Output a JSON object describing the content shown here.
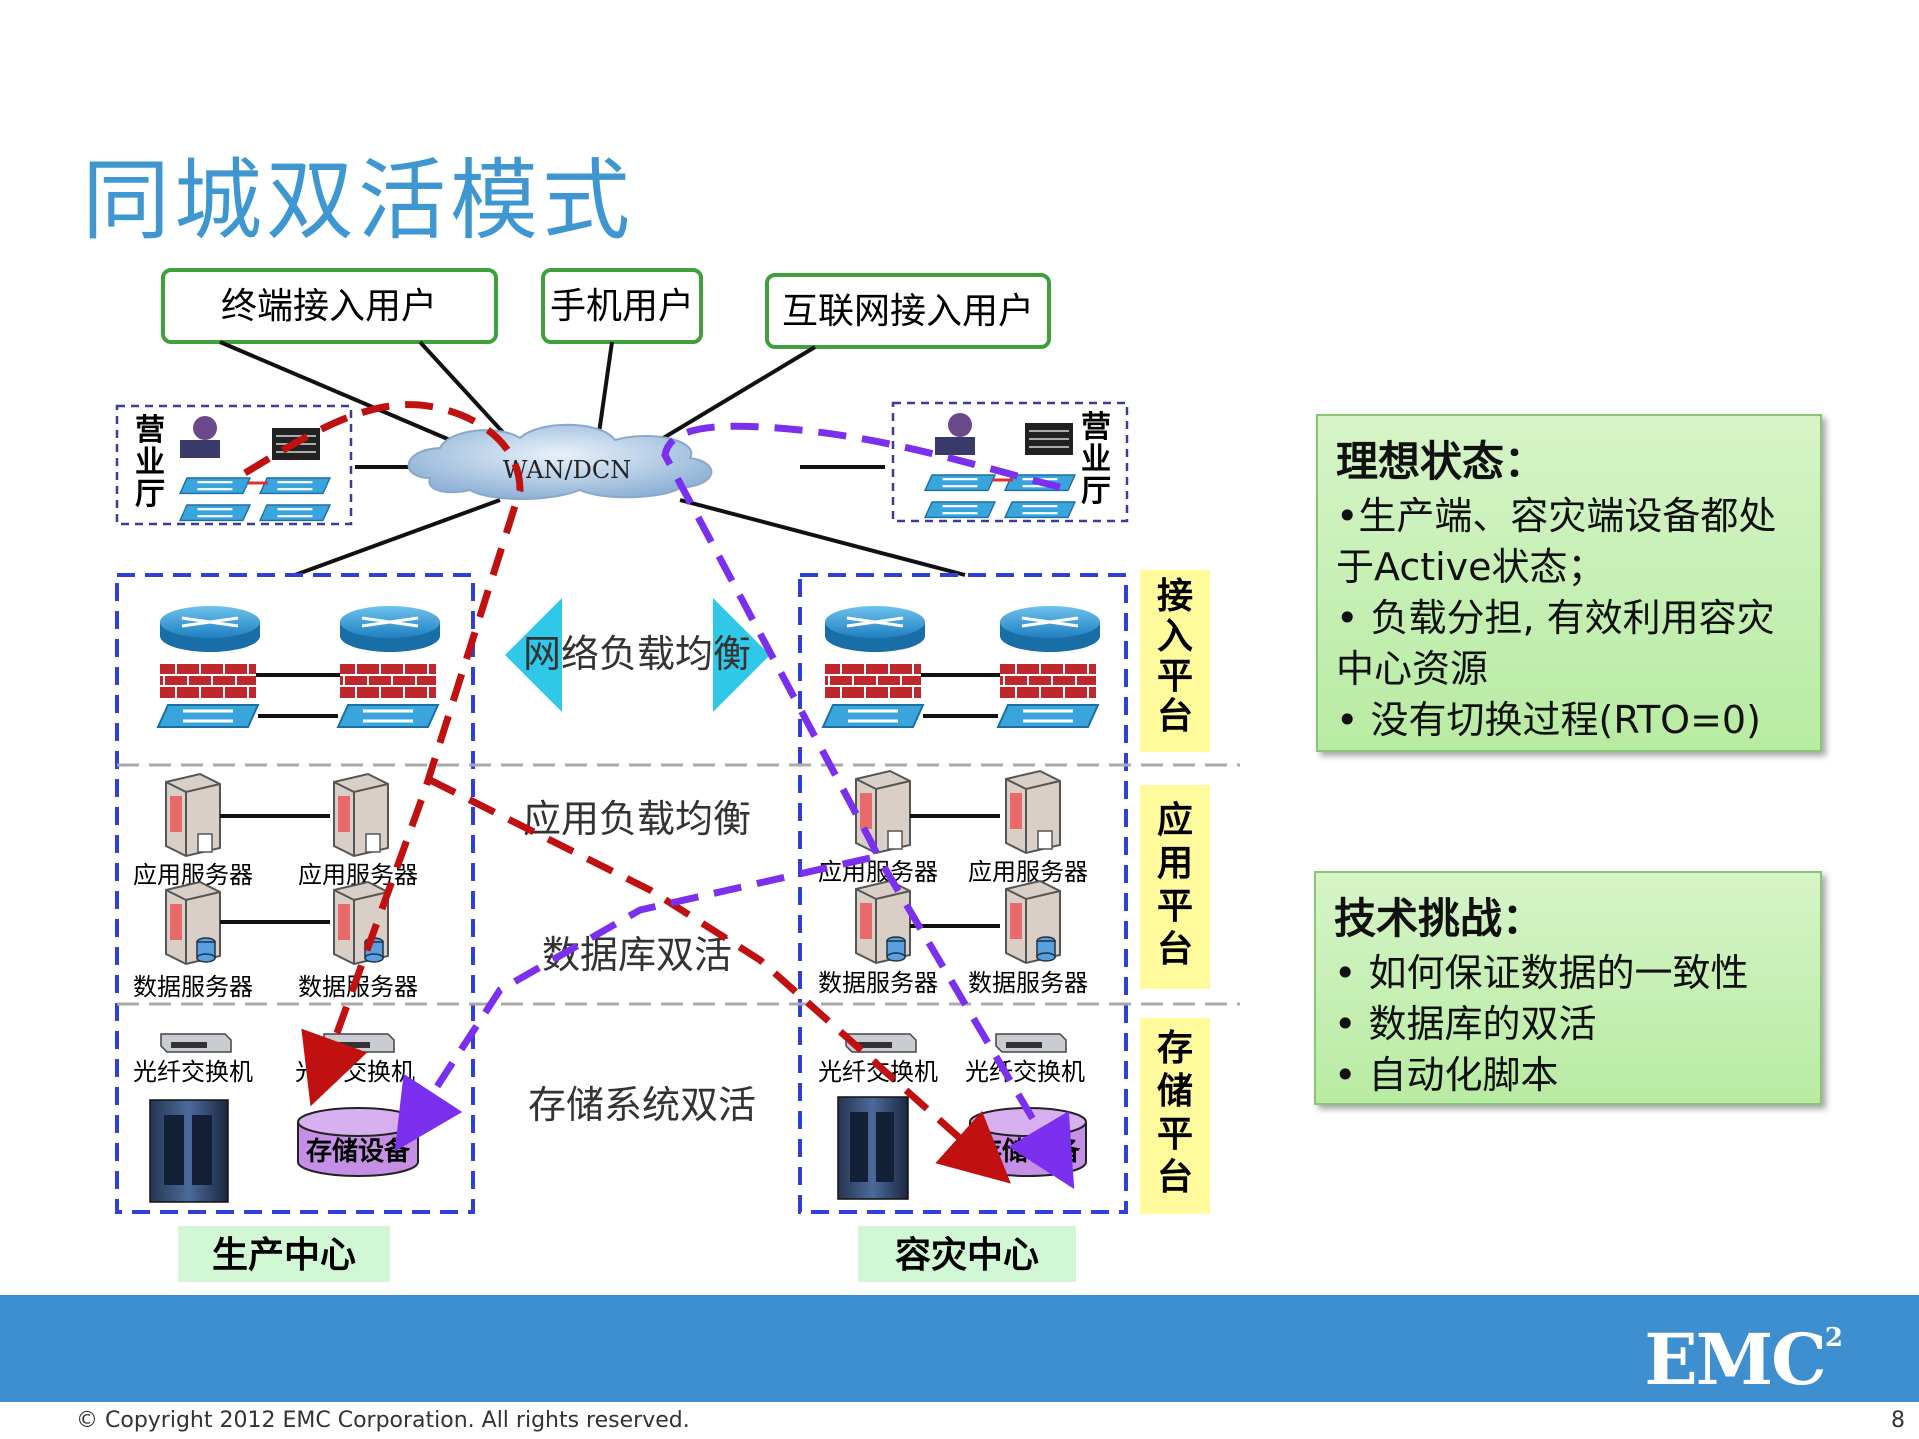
{
  "title": "同城双活模式",
  "users": {
    "terminal": "终端接入用户",
    "mobile": "手机用户",
    "internet": "互联网接入用户"
  },
  "wan_label": "WAN/DCN",
  "branch_label": [
    "营",
    "业",
    "厅"
  ],
  "layers": {
    "access": [
      "接",
      "入",
      "平",
      "台"
    ],
    "app": [
      "应",
      "用",
      "平",
      "台"
    ],
    "storage": [
      "存",
      "储",
      "平",
      "台"
    ]
  },
  "middle": {
    "network_lb": "网络负载均衡",
    "app_lb": "应用负载均衡",
    "db_active": "数据库双活",
    "storage_active": "存储系统双活"
  },
  "device_labels": {
    "app_server": "应用服务器",
    "db_server": "数据服务器",
    "fc_switch": "光纤交换机",
    "storage": "存储设备"
  },
  "centers": {
    "production": "生产中心",
    "dr": "容灾中心"
  },
  "ideal": {
    "heading": "理想状态：",
    "items": [
      "•生产端、容灾端设备都处于Active状态；",
      "• 负载分担, 有效利用容灾中心资源",
      "• 没有切换过程(RTO=0)"
    ]
  },
  "challenge": {
    "heading": "技术挑战：",
    "items": [
      "• 如何保证数据的一致性",
      "• 数据库的双活",
      "• 自动化脚本"
    ]
  },
  "footer": {
    "logo": "EMC",
    "logo_sup": "2",
    "copyright": "© Copyright 2012 EMC Corporation. All rights reserved.",
    "page": "8"
  },
  "colors": {
    "title": "#3e97d1",
    "red_path": "#c01010",
    "purple_path": "#7a30ee",
    "footer": "#3d8fcf",
    "green_box": "#c8f0b4"
  }
}
